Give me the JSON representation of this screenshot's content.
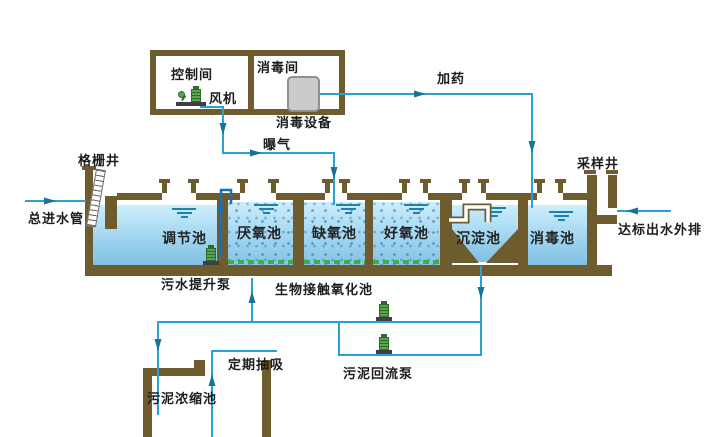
{
  "title": "wastewater-treatment-process-diagram",
  "labels": {
    "control_room": "控制间",
    "disinfection_room": "消毒间",
    "fan": "风机",
    "disinfection_equipment": "消毒设备",
    "dosing": "加药",
    "aeration": "曝气",
    "grid_well": "格栅井",
    "sampling_well": "采样井",
    "main_inlet": "总进水管",
    "outlet_discharge": "达标出水外排",
    "regulating_tank": "调节池",
    "anaerobic_tank": "厌氧池",
    "anoxic_tank": "缺氧池",
    "aerobic_tank": "好氧池",
    "sedimentation_tank": "沉淀池",
    "disinfection_tank": "消毒池",
    "sewage_lift_pump": "污水提升泵",
    "bio_contact_oxidation_tank": "生物接触氧化池",
    "periodic_suction": "定期抽吸",
    "sludge_thickening_tank": "污泥浓缩池",
    "sludge_return_pump": "污泥回流泵"
  },
  "colors": {
    "wall": "#6f5c2e",
    "pipe_blue": "#2aa0d4",
    "dark_pipe_blue": "#1a6fb5",
    "water_top": "#cdeefb",
    "water_bottom": "#7fbfe3",
    "equipment_gray": "#cbcbcb",
    "pump_green": "#5aa54e",
    "diffuser_green": "#3dae49"
  }
}
